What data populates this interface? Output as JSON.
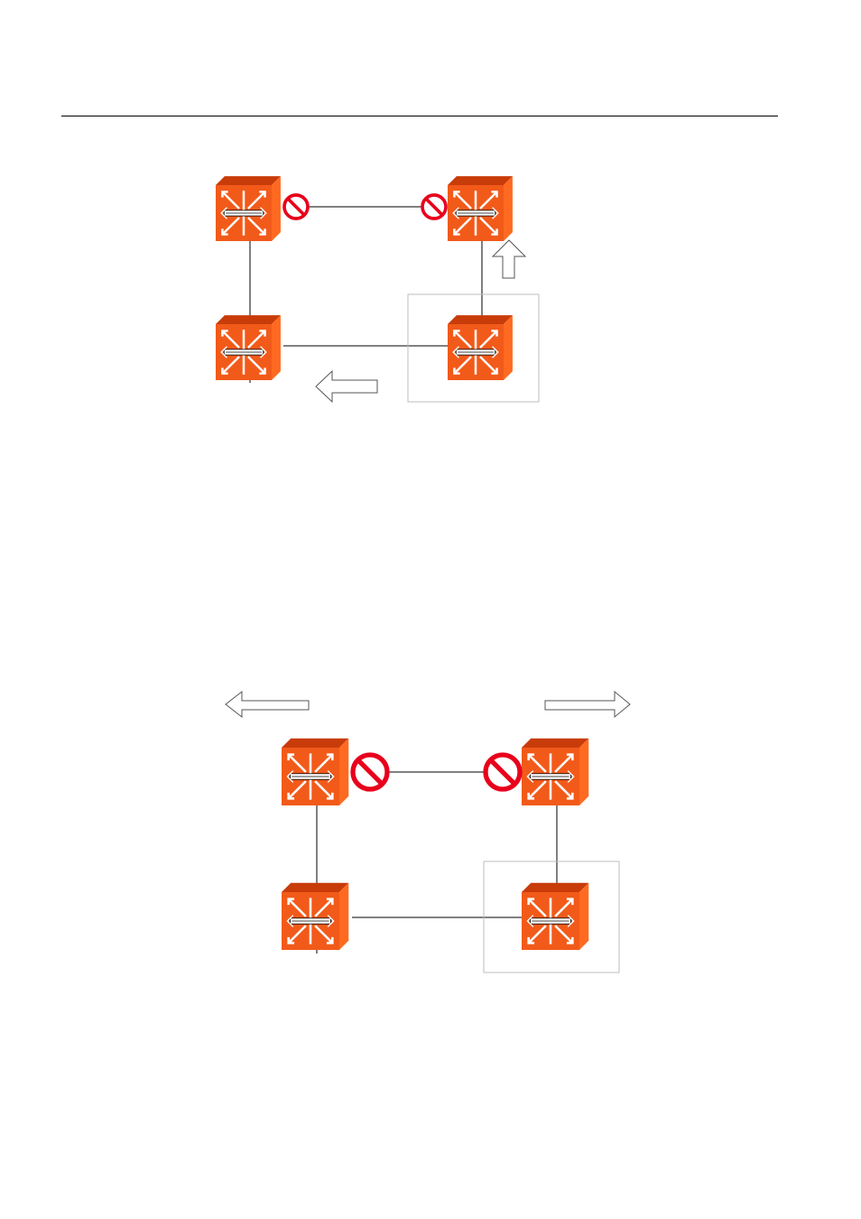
{
  "colors": {
    "switch_front": "#f25a1a",
    "switch_top": "#c83c0a",
    "switch_side": "#ff6a20",
    "block": "#e8001c",
    "link": "#000000",
    "box_outline": "#bdbdbd",
    "arrow_outline": "#555555"
  },
  "icons": [
    "switch-icon",
    "blocked-port-icon",
    "hollow-arrow-icon"
  ],
  "diagrams": [
    {
      "switches": 4,
      "blocked_ports": 2,
      "highlighted_switch": "bottom-right"
    },
    {
      "switches": 4,
      "blocked_ports": 2,
      "highlighted_switch": "bottom-right"
    }
  ]
}
